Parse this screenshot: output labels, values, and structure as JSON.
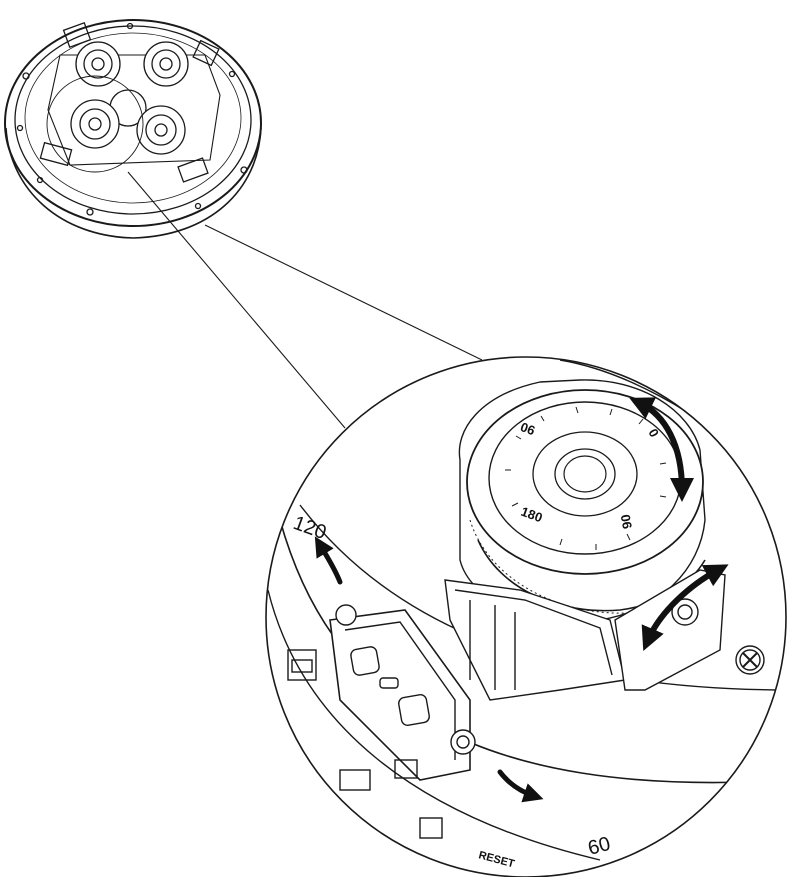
{
  "figure": {
    "colors": {
      "line": "#1a1a1a",
      "arrow": "#111111",
      "background": "#ffffff"
    },
    "overview": {
      "name": "camera-top-view-icon",
      "lens_modules": 4
    },
    "detail": {
      "name": "lens-module-closeup",
      "dial_marks": {
        "top_left": "90",
        "top": "0",
        "right": "90",
        "bottom": "180"
      },
      "scale_labels": {
        "upper_left": "120",
        "lower_right": "60"
      },
      "reset_label": "RESET"
    },
    "arrow_icons": [
      "pan-arrow-icon",
      "rotate-arrow-icon",
      "tilt-arrow-icon"
    ]
  }
}
